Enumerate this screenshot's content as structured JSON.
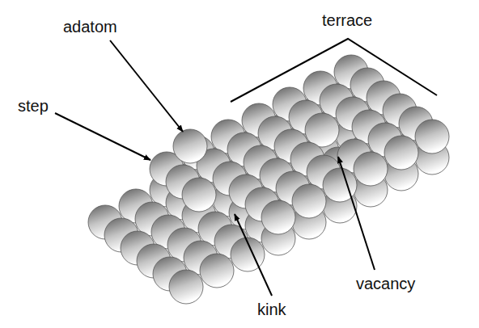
{
  "diagram": {
    "labels": [
      "adatom",
      "terrace",
      "step",
      "vacancy",
      "kink"
    ]
  }
}
